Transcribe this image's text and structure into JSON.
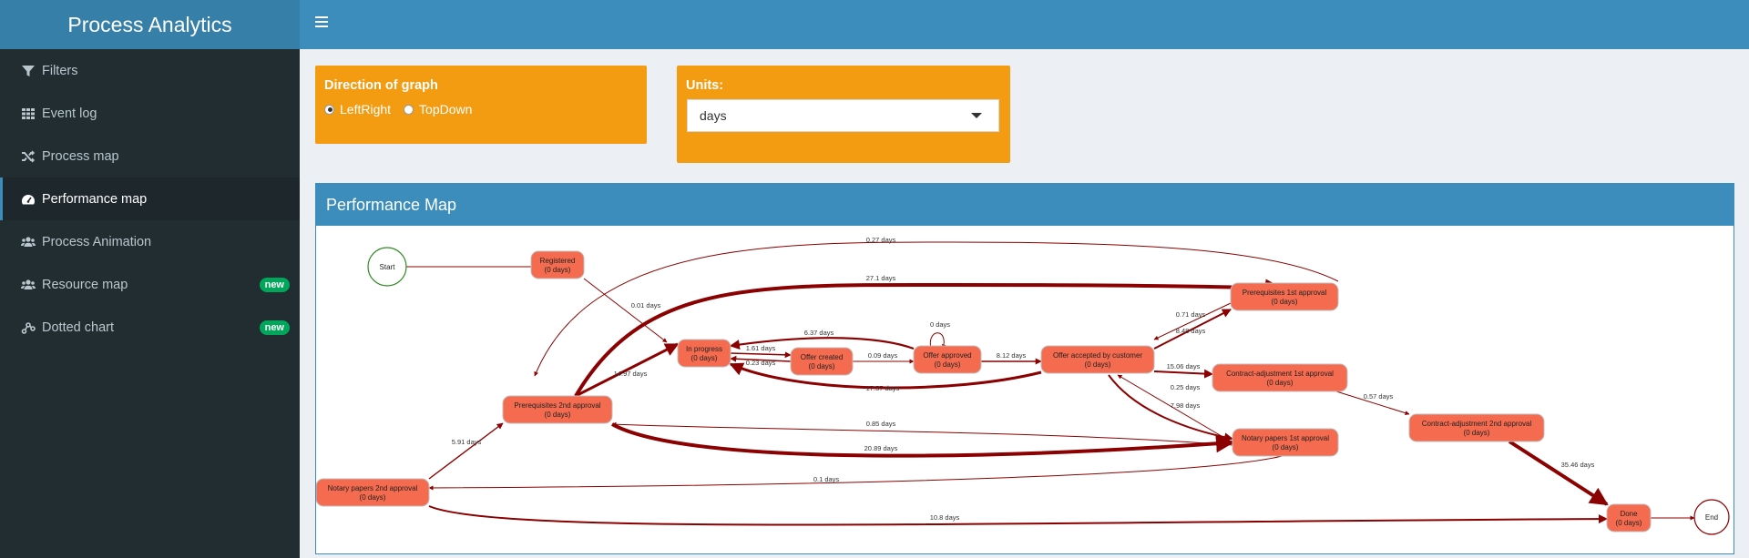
{
  "app": {
    "title": "Process Analytics"
  },
  "sidebar": {
    "items": [
      {
        "label": "Filters",
        "icon": "filter-icon",
        "active": false
      },
      {
        "label": "Event log",
        "icon": "grid-icon",
        "active": false
      },
      {
        "label": "Process map",
        "icon": "random-icon",
        "active": false
      },
      {
        "label": "Performance map",
        "icon": "dashboard-icon",
        "active": true
      },
      {
        "label": "Process Animation",
        "icon": "users-icon",
        "active": false
      },
      {
        "label": "Resource map",
        "icon": "users-icon",
        "active": false,
        "badge": "new"
      },
      {
        "label": "Dotted chart",
        "icon": "chart-icon",
        "active": false,
        "badge": "new"
      }
    ]
  },
  "direction": {
    "title": "Direction of graph",
    "options": [
      "LeftRight",
      "TopDown"
    ],
    "selected": "LeftRight"
  },
  "units": {
    "label": "Units:",
    "value": "days"
  },
  "panel": {
    "title": "Performance Map"
  },
  "colors": {
    "edge": "#8b0000",
    "node_fill": "#f46b4f",
    "start_stroke": "#2e8b22",
    "end_stroke": "#8b0000",
    "orange_box": "#f39c12",
    "header": "#3c8dbc"
  },
  "graph": {
    "nodes": [
      {
        "id": "start",
        "label": "Start",
        "kind": "start"
      },
      {
        "id": "registered",
        "label": "Registered",
        "sub": "(0 days)"
      },
      {
        "id": "inprogress",
        "label": "In progress",
        "sub": "(0 days)"
      },
      {
        "id": "offercreated",
        "label": "Offer created",
        "sub": "(0 days)"
      },
      {
        "id": "offerapproved",
        "label": "Offer approved",
        "sub": "(0 days)"
      },
      {
        "id": "offeraccepted",
        "label": "Offer accepted by customer",
        "sub": "(0 days)"
      },
      {
        "id": "prereq1",
        "label": "Prerequisites 1st approval",
        "sub": "(0 days)"
      },
      {
        "id": "contract1",
        "label": "Contract-adjustment 1st approval",
        "sub": "(0 days)"
      },
      {
        "id": "contract2",
        "label": "Contract-adjustment 2nd approval",
        "sub": "(0 days)"
      },
      {
        "id": "prereq2",
        "label": "Prerequisites 2nd approval",
        "sub": "(0 days)"
      },
      {
        "id": "notary1",
        "label": "Notary papers 1st approval",
        "sub": "(0 days)"
      },
      {
        "id": "notary2",
        "label": "Notary papers 2nd approval",
        "sub": "(0 days)"
      },
      {
        "id": "done",
        "label": "Done",
        "sub": "(0 days)"
      },
      {
        "id": "end",
        "label": "End",
        "kind": "end"
      }
    ],
    "edges": [
      {
        "from": "start",
        "to": "registered",
        "label": ""
      },
      {
        "from": "registered",
        "to": "inprogress",
        "label": "0.01 days"
      },
      {
        "from": "prereq1",
        "to": "prereq2",
        "label": "0.27 days"
      },
      {
        "from": "prereq2",
        "to": "prereq1",
        "label": "27.1 days"
      },
      {
        "from": "inprogress",
        "to": "offercreated",
        "label": "1.61 days"
      },
      {
        "from": "offercreated",
        "to": "inprogress",
        "label": "0.23 days"
      },
      {
        "from": "offerapproved",
        "to": "inprogress",
        "label": "6.37 days"
      },
      {
        "from": "offercreated",
        "to": "offerapproved",
        "label": "0.09 days"
      },
      {
        "from": "offerapproved",
        "to": "offerapproved",
        "label": "0 days"
      },
      {
        "from": "offerapproved",
        "to": "offeraccepted",
        "label": "8.12 days"
      },
      {
        "from": "offeraccepted",
        "to": "inprogress",
        "label": "17.57 days"
      },
      {
        "from": "prereq2",
        "to": "inprogress",
        "label": "14.97 days"
      },
      {
        "from": "prereq1",
        "to": "offeraccepted",
        "label": "0.71 days"
      },
      {
        "from": "offeraccepted",
        "to": "prereq1",
        "label": "8.48 days"
      },
      {
        "from": "offeraccepted",
        "to": "contract1",
        "label": "15.06 days"
      },
      {
        "from": "notary1",
        "to": "offeraccepted",
        "label": "0.25 days"
      },
      {
        "from": "offeraccepted",
        "to": "notary1",
        "label": "7.98 days"
      },
      {
        "from": "contract1",
        "to": "contract2",
        "label": "0.57 days"
      },
      {
        "from": "notary1",
        "to": "prereq2",
        "label": "0.85 days"
      },
      {
        "from": "prereq2",
        "to": "notary1",
        "label": "20.89 days"
      },
      {
        "from": "notary2",
        "to": "prereq2",
        "label": "5.91 days"
      },
      {
        "from": "notary1",
        "to": "notary2",
        "label": "0.1 days"
      },
      {
        "from": "contract2",
        "to": "done",
        "label": "35.46 days"
      },
      {
        "from": "notary2",
        "to": "done",
        "label": "10.8 days"
      },
      {
        "from": "done",
        "to": "end",
        "label": ""
      }
    ]
  }
}
